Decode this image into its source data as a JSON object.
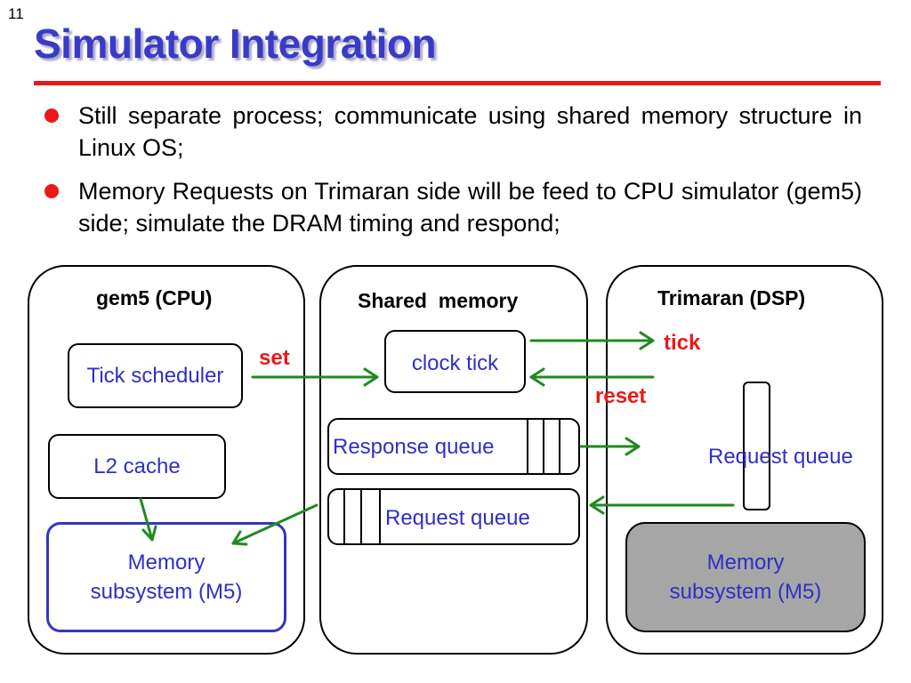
{
  "slide": {
    "number": "11",
    "title": "Simulator Integration",
    "bullets": [
      "Still separate process; communicate using shared memory structure in Linux OS;",
      "Memory Requests on Trimaran side will be feed to CPU simulator (gem5) side; simulate the DRAM timing and respond;"
    ]
  },
  "diagram": {
    "cpu": {
      "title": "gem5 (CPU)",
      "tick_scheduler": "Tick scheduler",
      "l2_cache": "L2 cache",
      "memory_line1": "Memory",
      "memory_line2": "subsystem (M5)"
    },
    "shared": {
      "title": "Shared  memory",
      "clock_tick": "clock tick",
      "response_queue": "Response queue",
      "request_queue": "Request queue"
    },
    "dsp": {
      "title": "Trimaran (DSP)",
      "request_queue": "Request queue",
      "memory_line1": "Memory",
      "memory_line2": "subsystem (M5)"
    },
    "labels": {
      "set": "set",
      "tick": "tick",
      "reset": "reset"
    }
  },
  "colors": {
    "title": "#3a3ac8",
    "accent_red": "#e81919",
    "arrow_green": "#1f8a1f",
    "box_text_blue": "#2f2fc8",
    "dsp_memory_fill": "#a6a6a6"
  }
}
